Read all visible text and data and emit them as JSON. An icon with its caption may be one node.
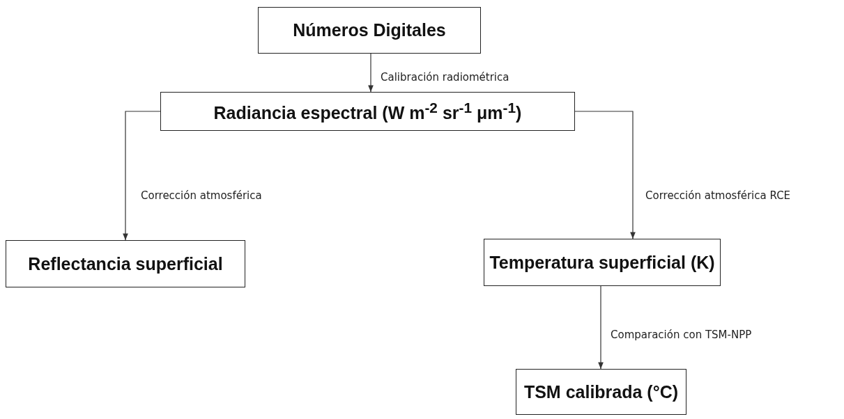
{
  "diagram": {
    "nodes": [
      {
        "text": [
          "Números Digitales"
        ]
      },
      {
        "text": [
          "Radiancia espectral (W m$^{-2}$ sr$^{-1}$ μm$^{-1}$)"
        ]
      },
      {
        "text": [
          "Reflectancia superficial"
        ]
      },
      {
        "text": [
          "Temperatura superficial (K)"
        ]
      },
      {
        "text": [
          "TSM calibrada (°C)"
        ]
      }
    ],
    "edges": [
      {
        "from": 0,
        "to": 1,
        "arrow": "to",
        "label": "Calibración radiométrica"
      },
      {
        "from": 1,
        "to": 2,
        "arrow": "to",
        "label": "Corrección atmosférica"
      },
      {
        "from": 1,
        "to": 3,
        "arrow": "to",
        "label": "Corrección atmosférica RCE"
      },
      {
        "from": 3,
        "to": 4,
        "arrow": "to",
        "label": "Comparación con TSM-NPP"
      }
    ]
  }
}
